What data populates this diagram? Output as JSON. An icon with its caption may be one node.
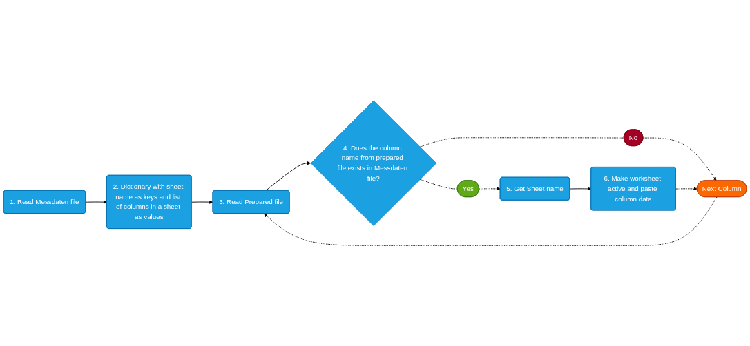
{
  "diagram": {
    "nodes": [
      {
        "text": [
          "1. Read Messdaten file"
        ]
      },
      {
        "text": [
          "2. Dictionary with sheet name as keys and list of columns in a sheet as values"
        ]
      },
      {
        "text": [
          "3. Read Prepared file"
        ]
      },
      {
        "text": [
          "4. Does the column name from prepared file exists in Messdaten file?"
        ]
      },
      {
        "text": [
          "No"
        ]
      },
      {
        "text": [
          "Next Column"
        ]
      },
      {
        "text": [
          "5. Get Sheet name"
        ]
      },
      {
        "text": [
          "Yes"
        ]
      },
      {
        "text": [
          "6. Make worksheet active and paste column data"
        ]
      }
    ],
    "edges": [
      {
        "from": 0,
        "to": 1,
        "arrow": "to"
      },
      {
        "from": 1,
        "to": 2,
        "arrow": "to"
      },
      {
        "from": 2,
        "to": 3,
        "arrow": "to"
      },
      {
        "from": 3,
        "to": 4,
        "arrow": "none",
        "style": "dashed"
      },
      {
        "from": 4,
        "to": 5,
        "arrow": "to",
        "style": "dashed"
      },
      {
        "from": 3,
        "to": 7,
        "arrow": "none",
        "style": "dashed"
      },
      {
        "from": 7,
        "to": 6,
        "arrow": "to",
        "style": "dashed"
      },
      {
        "from": 6,
        "to": 8,
        "arrow": "to"
      },
      {
        "from": 8,
        "to": 5,
        "arrow": "to",
        "style": "dashed"
      },
      {
        "from": 5,
        "to": 2,
        "arrow": "to",
        "style": "dashed"
      }
    ]
  }
}
